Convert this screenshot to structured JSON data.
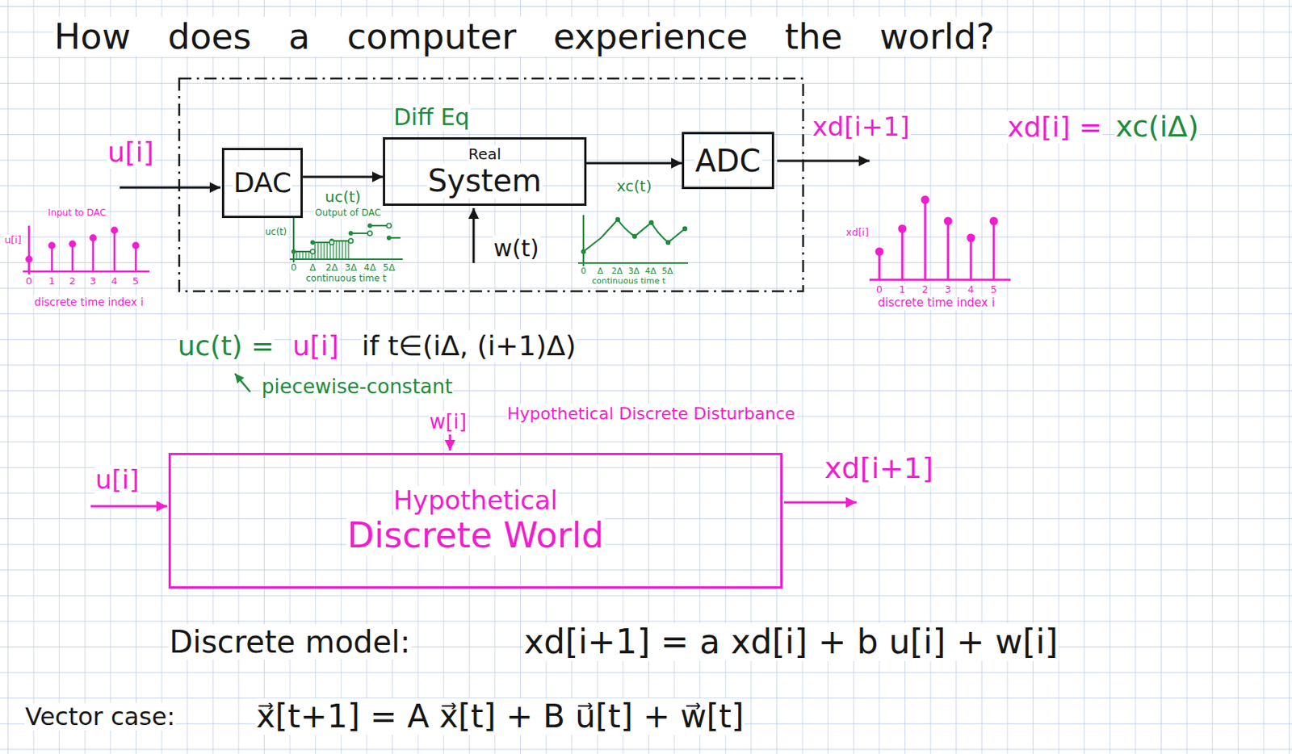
{
  "diagram": {
    "title": "How does a computer experience the world?",
    "nodes": [
      {
        "text": [
          "DAC"
        ]
      },
      {
        "text": [
          "Diff Eq",
          "Real",
          "System"
        ]
      },
      {
        "text": [
          "ADC"
        ]
      },
      {
        "text": [
          "Hypothetical",
          "Discrete World"
        ]
      }
    ],
    "edges": [
      {
        "from": 0,
        "to": 1,
        "arrow": "to",
        "label": "uc(t)"
      },
      {
        "from": 1,
        "to": 2,
        "arrow": "to",
        "label": "xc(t)"
      }
    ],
    "labels": [
      "u[i]",
      "Input to DAC",
      "u[i]",
      "0",
      "1",
      "2",
      "3",
      "4",
      "5",
      "discrete time index i",
      "Output of DAC",
      "uc(t)",
      "0",
      "Δ",
      "2Δ",
      "3Δ",
      "4Δ",
      "5Δ",
      "continuous time t",
      "w(t)",
      "0",
      "Δ",
      "2Δ",
      "3Δ",
      "4Δ",
      "5Δ",
      "continuous time t",
      "xd[i+1]",
      "xd[i] =",
      "xc(iΔ)",
      "xd[i]",
      "0",
      "1",
      "2",
      "3",
      "4",
      "5",
      "discrete time index i",
      "uc(t) =",
      "u[i]",
      "if t∈(iΔ, (i+1)Δ)",
      "piecewise-constant",
      "w[i]",
      "Hypothetical Discrete Disturbance",
      "u[i]",
      "xd[i+1]",
      "Discrete model:",
      "xd[i+1] = a xd[i] + b u[i] + w[i]",
      "Vector case:",
      "x⃗[t+1] = A x⃗[t] + B u⃗[t] + w⃗[t]"
    ]
  }
}
